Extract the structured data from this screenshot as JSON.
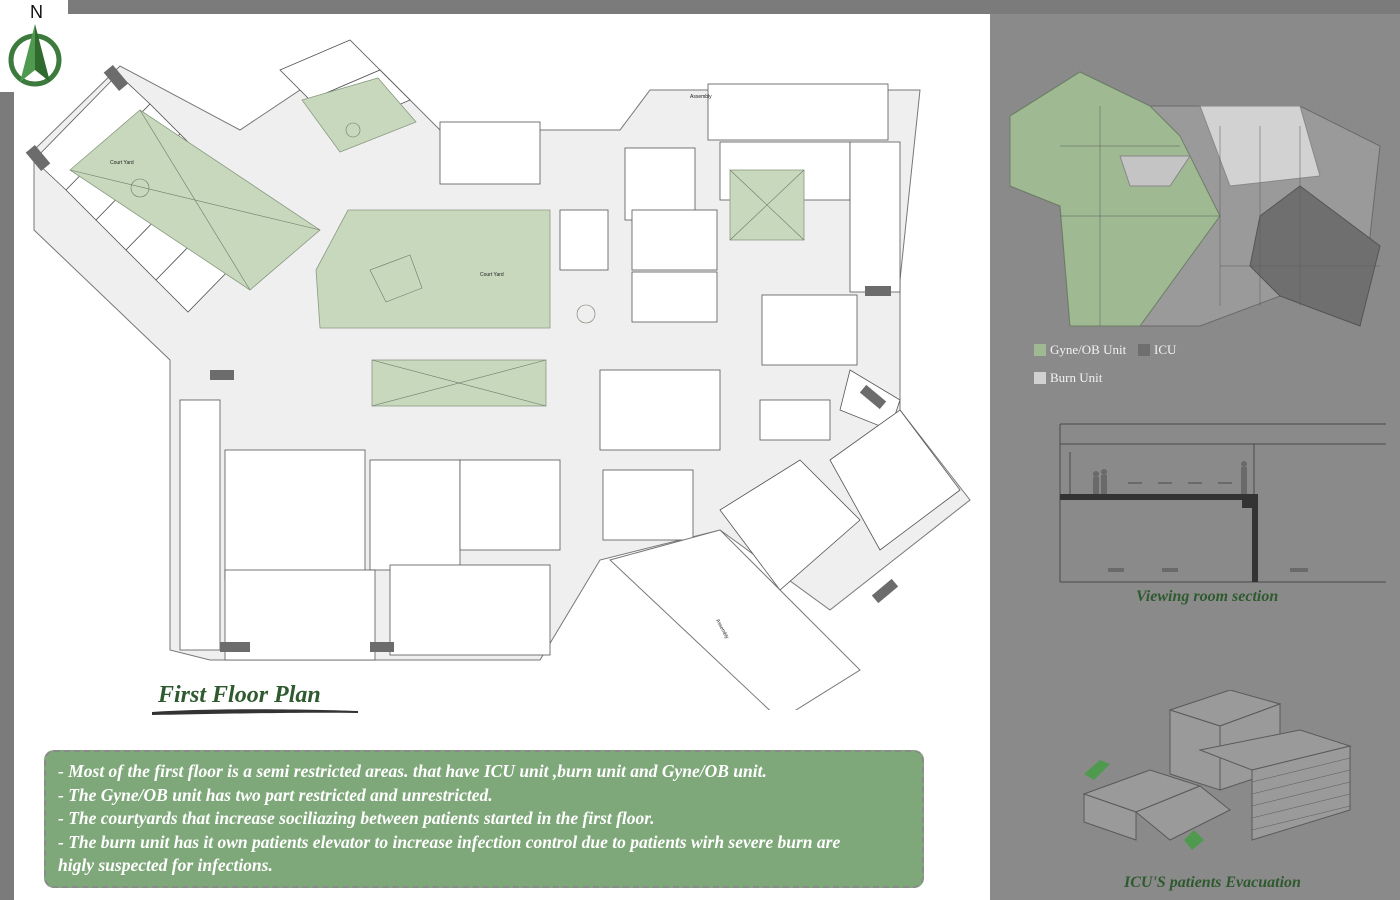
{
  "compass": {
    "north_label": "N",
    "icon": "north-arrow-icon"
  },
  "plan": {
    "title": "First Floor Plan",
    "labels": {
      "assembly_top": "Assembly",
      "court_yard_left": "Court Yard",
      "court_yard_center": "Court Yard",
      "assembly_bottom": "Assembly"
    }
  },
  "notes": {
    "lines": [
      "- Most of  the  first floor is a semi restricted areas. that have ICU unit ,burn unit and Gyne/OB unit.",
      "- The Gyne/OB unit has two part restricted and unrestricted.",
      "- The courtyards that increase sociliazing between patients started in the first floor.",
      "- The burn unit has it own patients elevator to increase infection control due to patients wirh severe burn are",
      "higly suspected for infections."
    ]
  },
  "legend": {
    "items": [
      {
        "label": "Gyne/OB Unit",
        "color": "#9fb992"
      },
      {
        "label": "ICU",
        "color": "#6f6f6f"
      },
      {
        "label": "Burn Unit",
        "color": "#d2d2d2"
      }
    ]
  },
  "section": {
    "caption": "Viewing room section"
  },
  "evacuation": {
    "caption": "ICU'S patients Evacuation"
  },
  "colors": {
    "courtyard_green": "#c7d8bd",
    "caption_green": "#2f5a2f",
    "notes_green": "#7fa87a"
  }
}
